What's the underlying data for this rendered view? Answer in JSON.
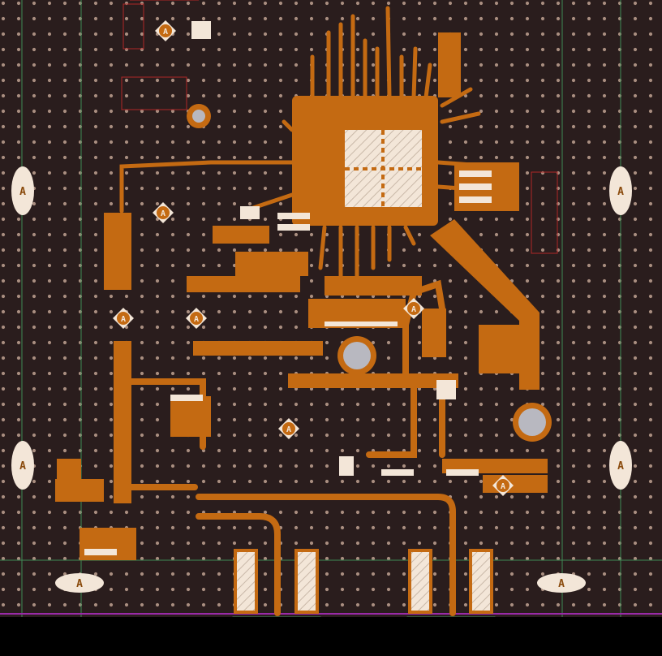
{
  "view": {
    "title": ""
  },
  "colors": {
    "board": "#2a1d1d",
    "copper": "#c46a12",
    "copper_dark": "#8a4a0c",
    "pad": "#f3e6d8",
    "via_ring": "#a98e80",
    "silkscreen": "#b02828",
    "outline_green": "#3f8a55",
    "outline_purple": "#9a2aa8",
    "footer": "#000000"
  },
  "labels": {
    "mount_pad_letter": "A",
    "fiducial_letter": "A",
    "small_pad_letter": "A"
  },
  "mount_pads": [
    {
      "id": "mh-left-top",
      "label": "A"
    },
    {
      "id": "mh-left-bottom",
      "label": "A"
    },
    {
      "id": "mh-right-top",
      "label": "A"
    },
    {
      "id": "mh-right-bottom",
      "label": "A"
    },
    {
      "id": "mh-bottom-left",
      "label": "A"
    },
    {
      "id": "mh-bottom-right",
      "label": "A"
    }
  ]
}
